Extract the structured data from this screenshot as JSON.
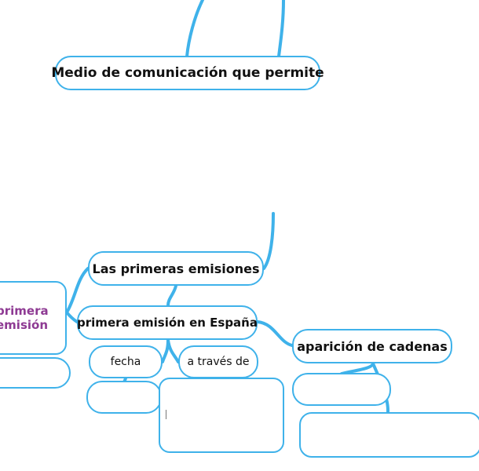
{
  "nodes": {
    "medio": "Medio de comunicación que permite",
    "primeras": "Las primeras emisiones",
    "espana": "primera emisión en España",
    "cadenas": "aparición de cadenas",
    "fecha": "fecha",
    "traves": "a través de",
    "left_partial": "primera\nemisión"
  },
  "colors": {
    "link": "#3fb2ea",
    "node_border": "#3fb2ea",
    "left_text": "#8e3a93"
  }
}
